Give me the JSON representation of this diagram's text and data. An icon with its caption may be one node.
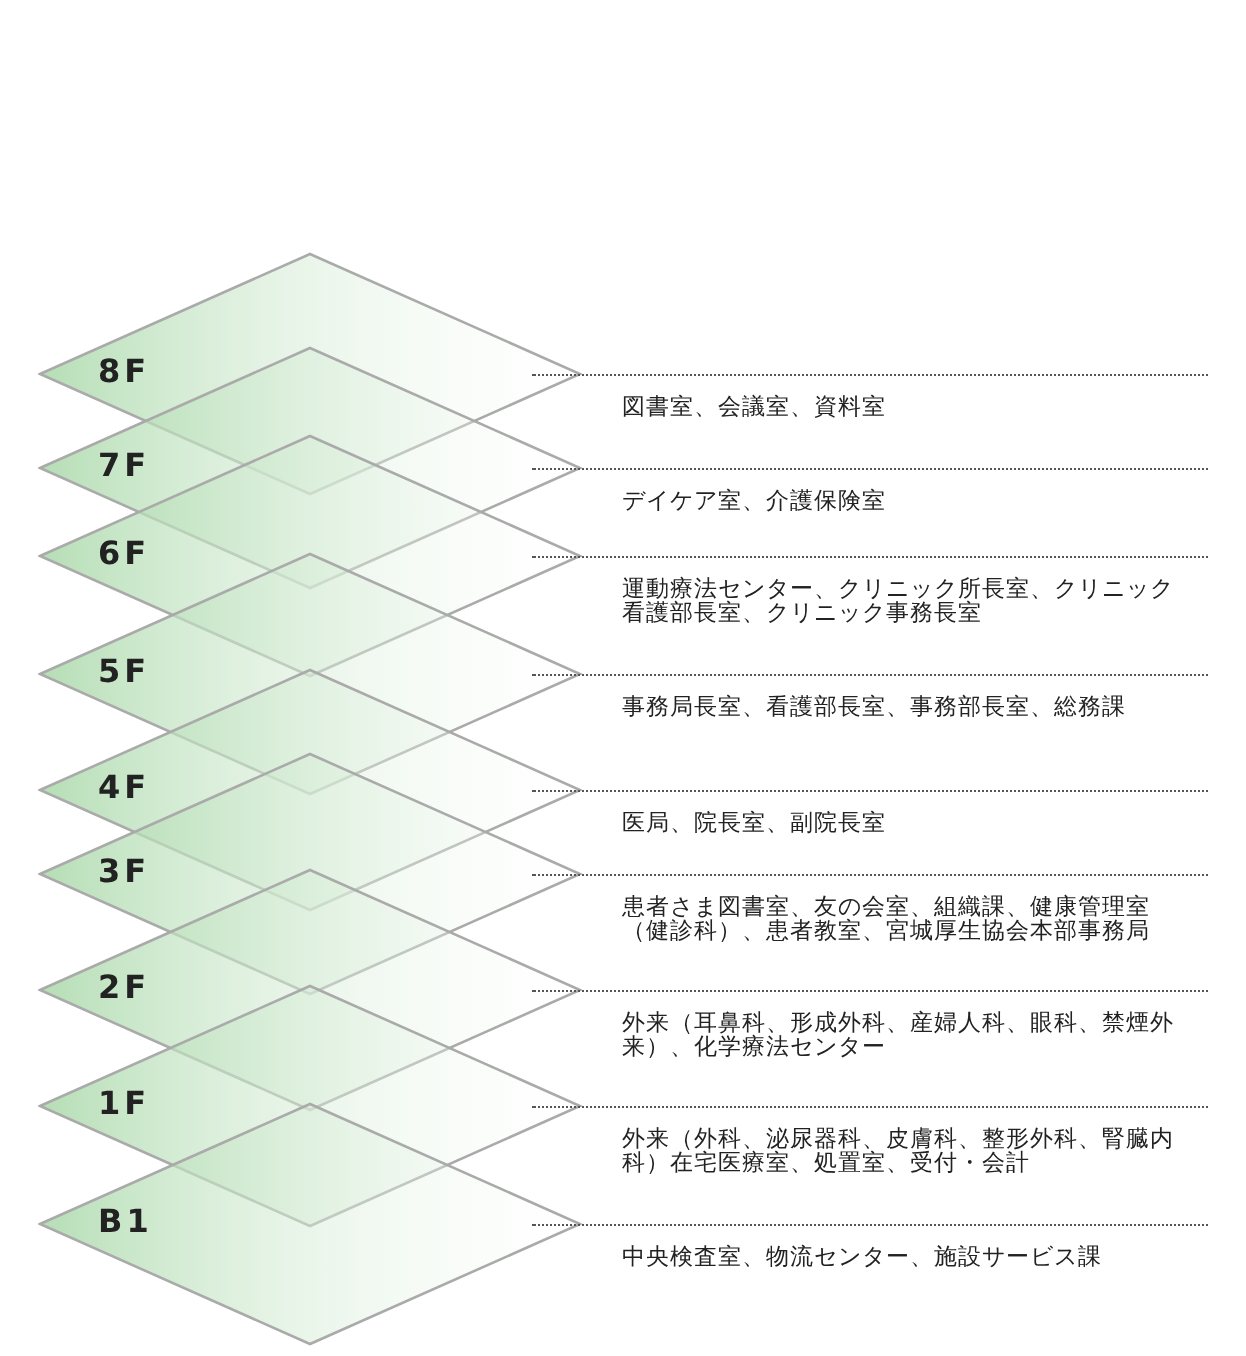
{
  "diagram": {
    "nodes": [
      {
        "text": [
          "8F"
        ],
        "beside": [
          "図書室、会議室、資料室"
        ]
      },
      {
        "text": [
          "7F"
        ],
        "beside": [
          "デイケア室、介護保険室"
        ]
      },
      {
        "text": [
          "6F"
        ],
        "beside": [
          "運動療法センター、クリニック所長室、クリニック看護部長室、クリニック事務長室"
        ]
      },
      {
        "text": [
          "5F"
        ],
        "beside": [
          "事務局長室、看護部長室、事務部長室、総務課"
        ]
      },
      {
        "text": [
          "4F"
        ],
        "beside": [
          "医局、院長室、副院長室"
        ]
      },
      {
        "text": [
          "3F"
        ],
        "beside": [
          "患者さま図書室、友の会室、組織課、健康管理室（健診科）、患者教室、宮城厚生協会本部事務局"
        ]
      },
      {
        "text": [
          "2F"
        ],
        "beside": [
          "外来（耳鼻科、形成外科、産婦人科、眼科、禁煙外来）、化学療法センター"
        ]
      },
      {
        "text": [
          "1F"
        ],
        "beside": [
          "外来（外科、泌尿器科、皮膚科、整形外科、腎臓内科）在宅医療室、処置室、受付・会計"
        ]
      },
      {
        "text": [
          "B1"
        ],
        "beside": [
          "中央検査室、物流センター、施設サービス課"
        ]
      }
    ],
    "edges": []
  }
}
